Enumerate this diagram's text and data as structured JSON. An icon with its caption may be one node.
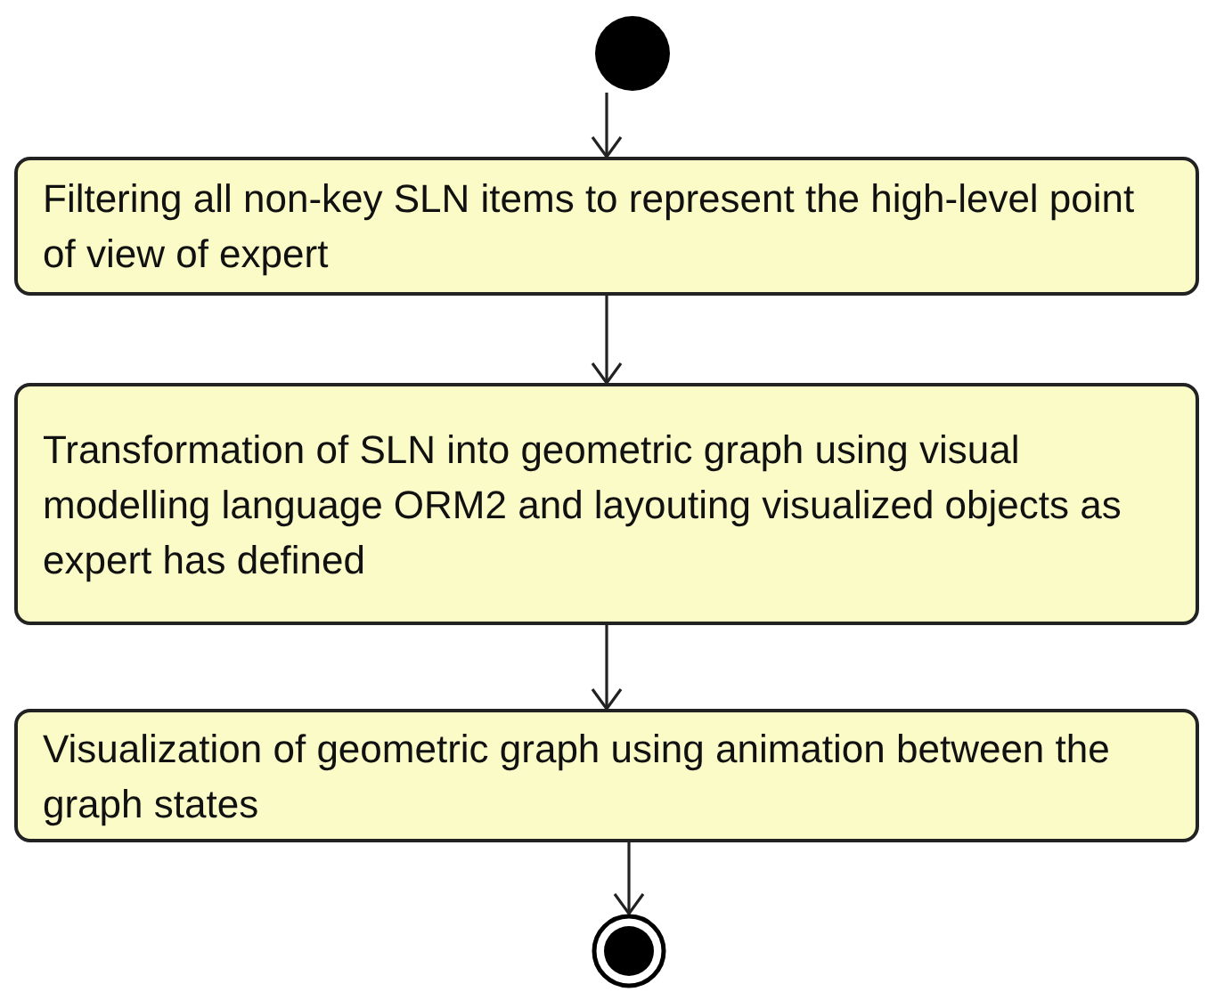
{
  "diagram": {
    "nodes": [
      {
        "text": [],
        "shape": "circle"
      },
      {
        "text": [
          "Filtering all non-key SLN items to represent the high-level point of view of expert"
        ]
      },
      {
        "text": [
          "Transformation of SLN into geometric graph using visual modelling language ORM2 and layouting visualized objects as expert has defined"
        ]
      },
      {
        "text": [
          "Visualization of geometric graph using animation between the graph states"
        ]
      },
      {
        "text": [],
        "shape": "bullseye"
      }
    ],
    "edges": [
      {
        "from": 0,
        "to": 1,
        "arrow": "to"
      },
      {
        "from": 1,
        "to": 2,
        "arrow": "to"
      },
      {
        "from": 2,
        "to": 3,
        "arrow": "to"
      },
      {
        "from": 3,
        "to": 4,
        "arrow": "to"
      }
    ]
  }
}
